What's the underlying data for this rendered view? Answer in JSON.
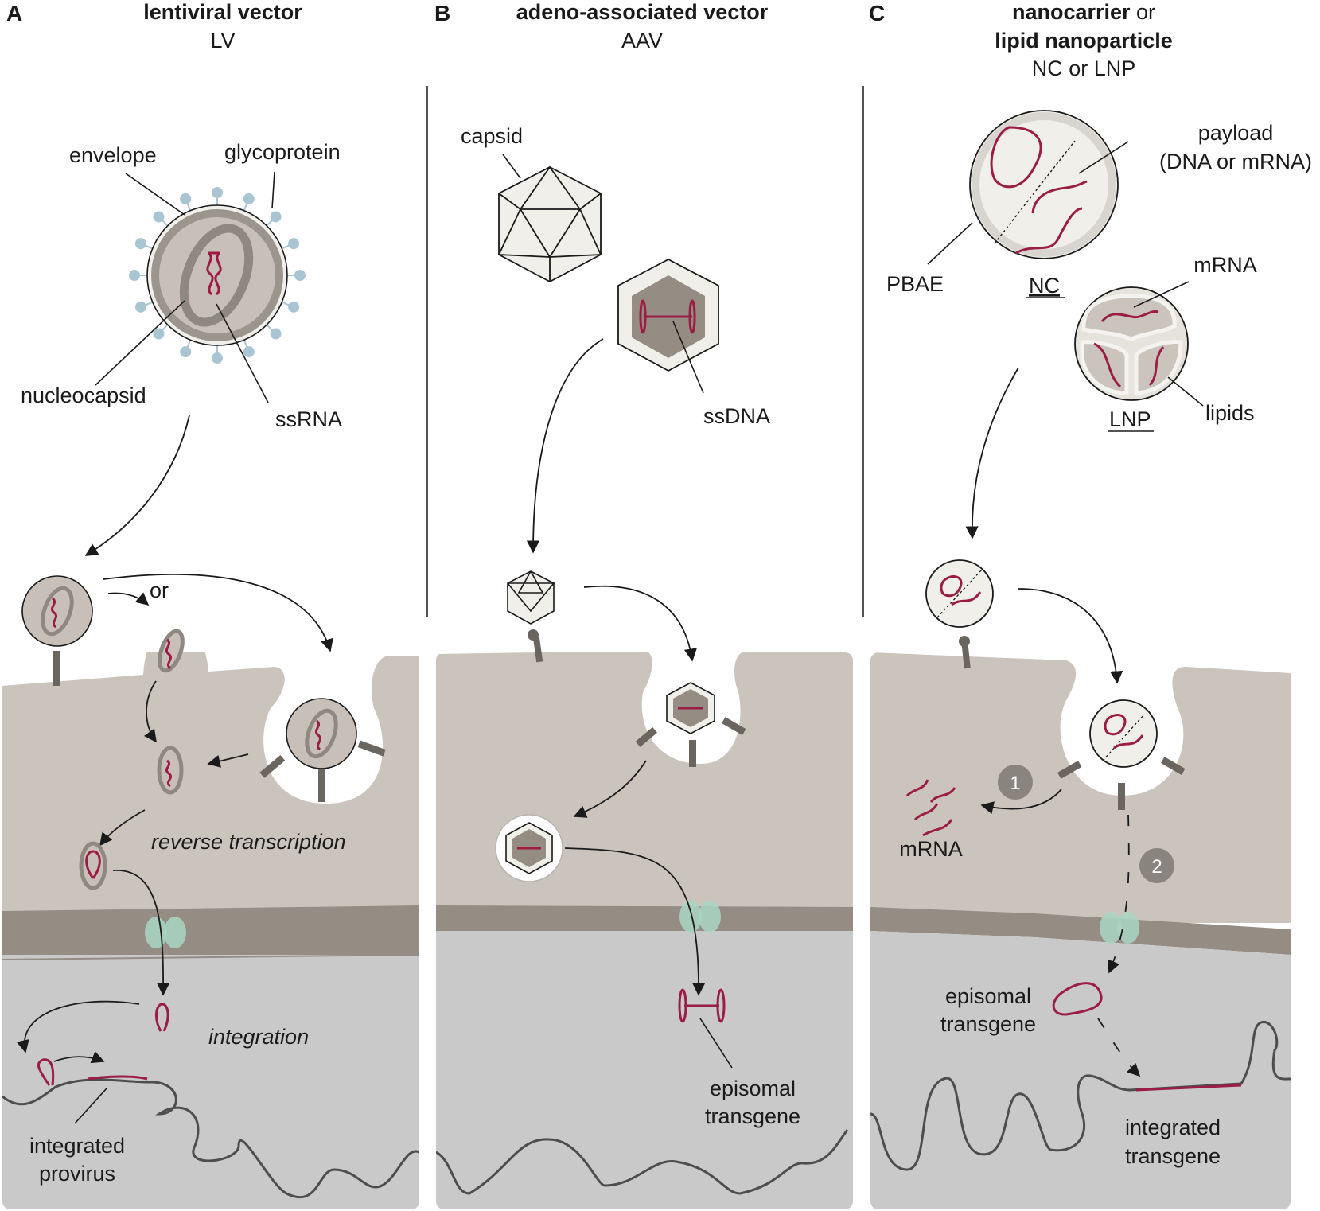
{
  "colors": {
    "cytoplasm": "#cbc4bd",
    "nuclear_envelope": "#958c84",
    "nucleoplasm": "#c9c9c9",
    "nucleic_acid": "#9b1c44",
    "chromatin": "#4d4d4d",
    "receptor": "#6b655f",
    "nuclear_pore": "#a9d6c3",
    "glycoprotein": "#a9c5d3",
    "step_badge": "#8a847f"
  },
  "panels": [
    {
      "letter": "A",
      "title": "lentiviral vector",
      "subtitle": "LV",
      "labels": {
        "envelope": "envelope",
        "glycoprotein": "glycoprotein",
        "nucleocapsid": "nucleocapsid",
        "ssRNA": "ssRNA",
        "or": "or",
        "reverse_transcription": "reverse transcription",
        "integration": "integration",
        "integrated_provirus_1": "integrated",
        "integrated_provirus_2": "provirus"
      }
    },
    {
      "letter": "B",
      "title": "adeno-associated vector",
      "subtitle": "AAV",
      "labels": {
        "capsid": "capsid",
        "ssDNA": "ssDNA",
        "episomal_1": "episomal",
        "episomal_2": "transgene"
      }
    },
    {
      "letter": "C",
      "title_bold_1": "nanocarrier",
      "title_regular_1": " or",
      "title_bold_2": "lipid nanoparticle",
      "subtitle": "NC or LNP",
      "labels": {
        "payload_1": "payload",
        "payload_2": "(DNA or mRNA)",
        "PBAE": "PBAE",
        "NC": "NC",
        "mRNA_top": "mRNA",
        "lipids": "lipids",
        "LNP": "LNP",
        "mRNA_cyto": "mRNA",
        "step1": "1",
        "step2": "2",
        "episomal_1": "episomal",
        "episomal_2": "transgene",
        "integrated_1": "integrated",
        "integrated_2": "transgene"
      }
    }
  ]
}
